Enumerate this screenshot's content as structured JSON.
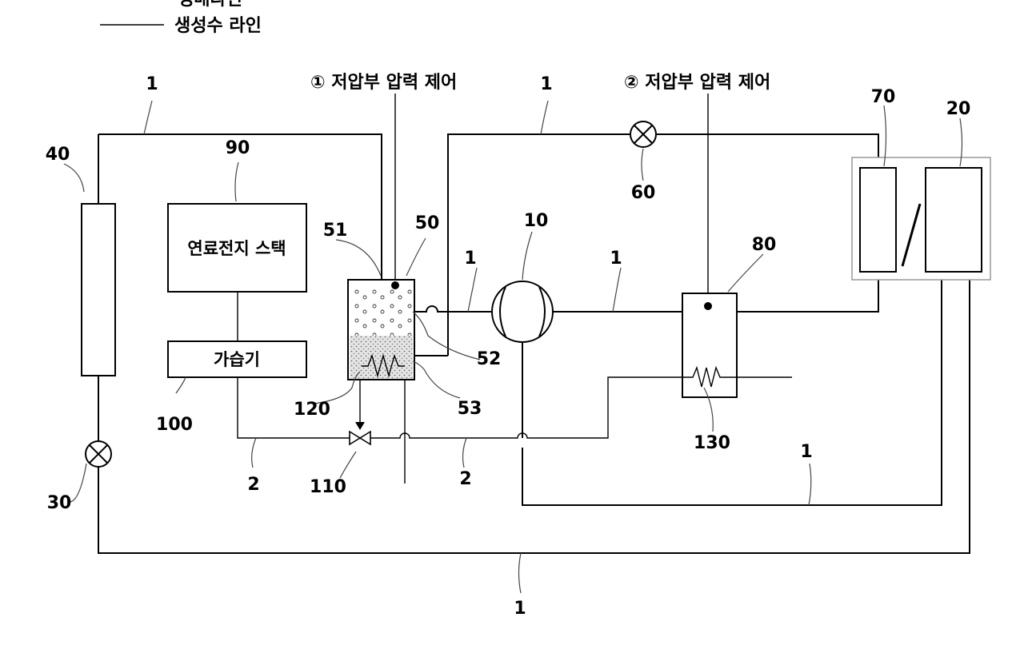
{
  "legend": {
    "top_cut_label": "냉매라인",
    "line_label": "생성수 라인"
  },
  "annotations": {
    "control_1": "① 저압부 압력 제어",
    "control_2": "② 저압부 압력 제어"
  },
  "components": {
    "fuel_cell_stack": "연료전지 스택",
    "humidifier": "가습기"
  },
  "refs": {
    "r1a": "1",
    "r1b": "1",
    "r1c": "1",
    "r1d": "1",
    "r1e": "1",
    "r1f": "1",
    "r2a": "2",
    "r2b": "2",
    "r10": "10",
    "r20": "20",
    "r30": "30",
    "r40": "40",
    "r50": "50",
    "r51": "51",
    "r52": "52",
    "r53": "53",
    "r60": "60",
    "r70": "70",
    "r80": "80",
    "r90": "90",
    "r100": "100",
    "r110": "110",
    "r120": "120",
    "r130": "130"
  }
}
